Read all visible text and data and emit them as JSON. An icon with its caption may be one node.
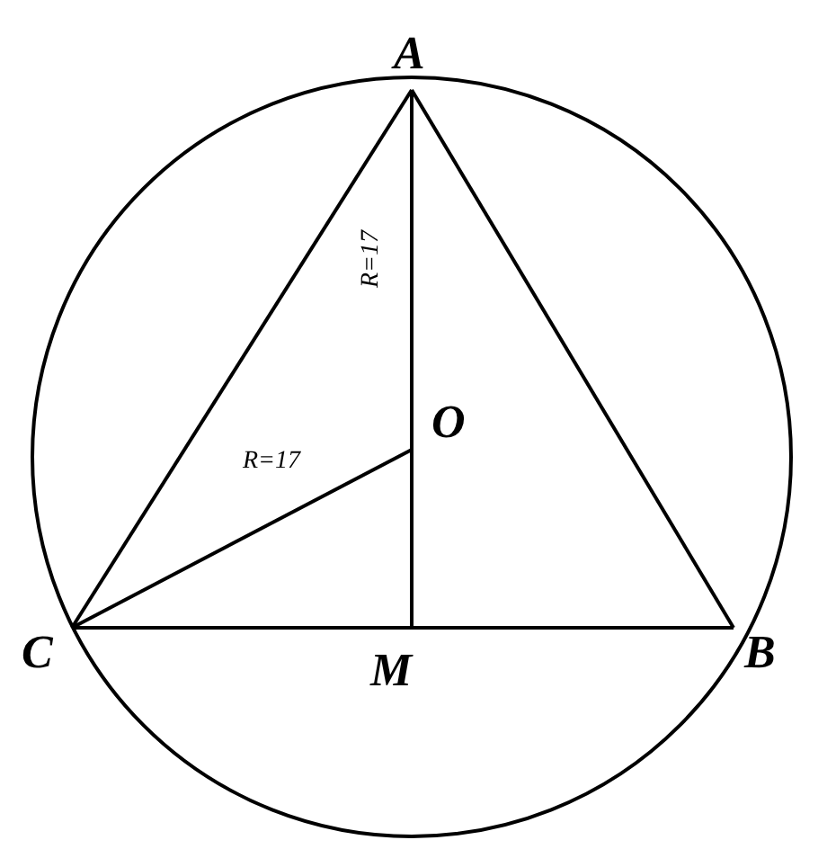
{
  "diagram": {
    "labels": [
      "A",
      "R=17",
      "O",
      "R=17",
      "C",
      "M",
      "B"
    ]
  }
}
